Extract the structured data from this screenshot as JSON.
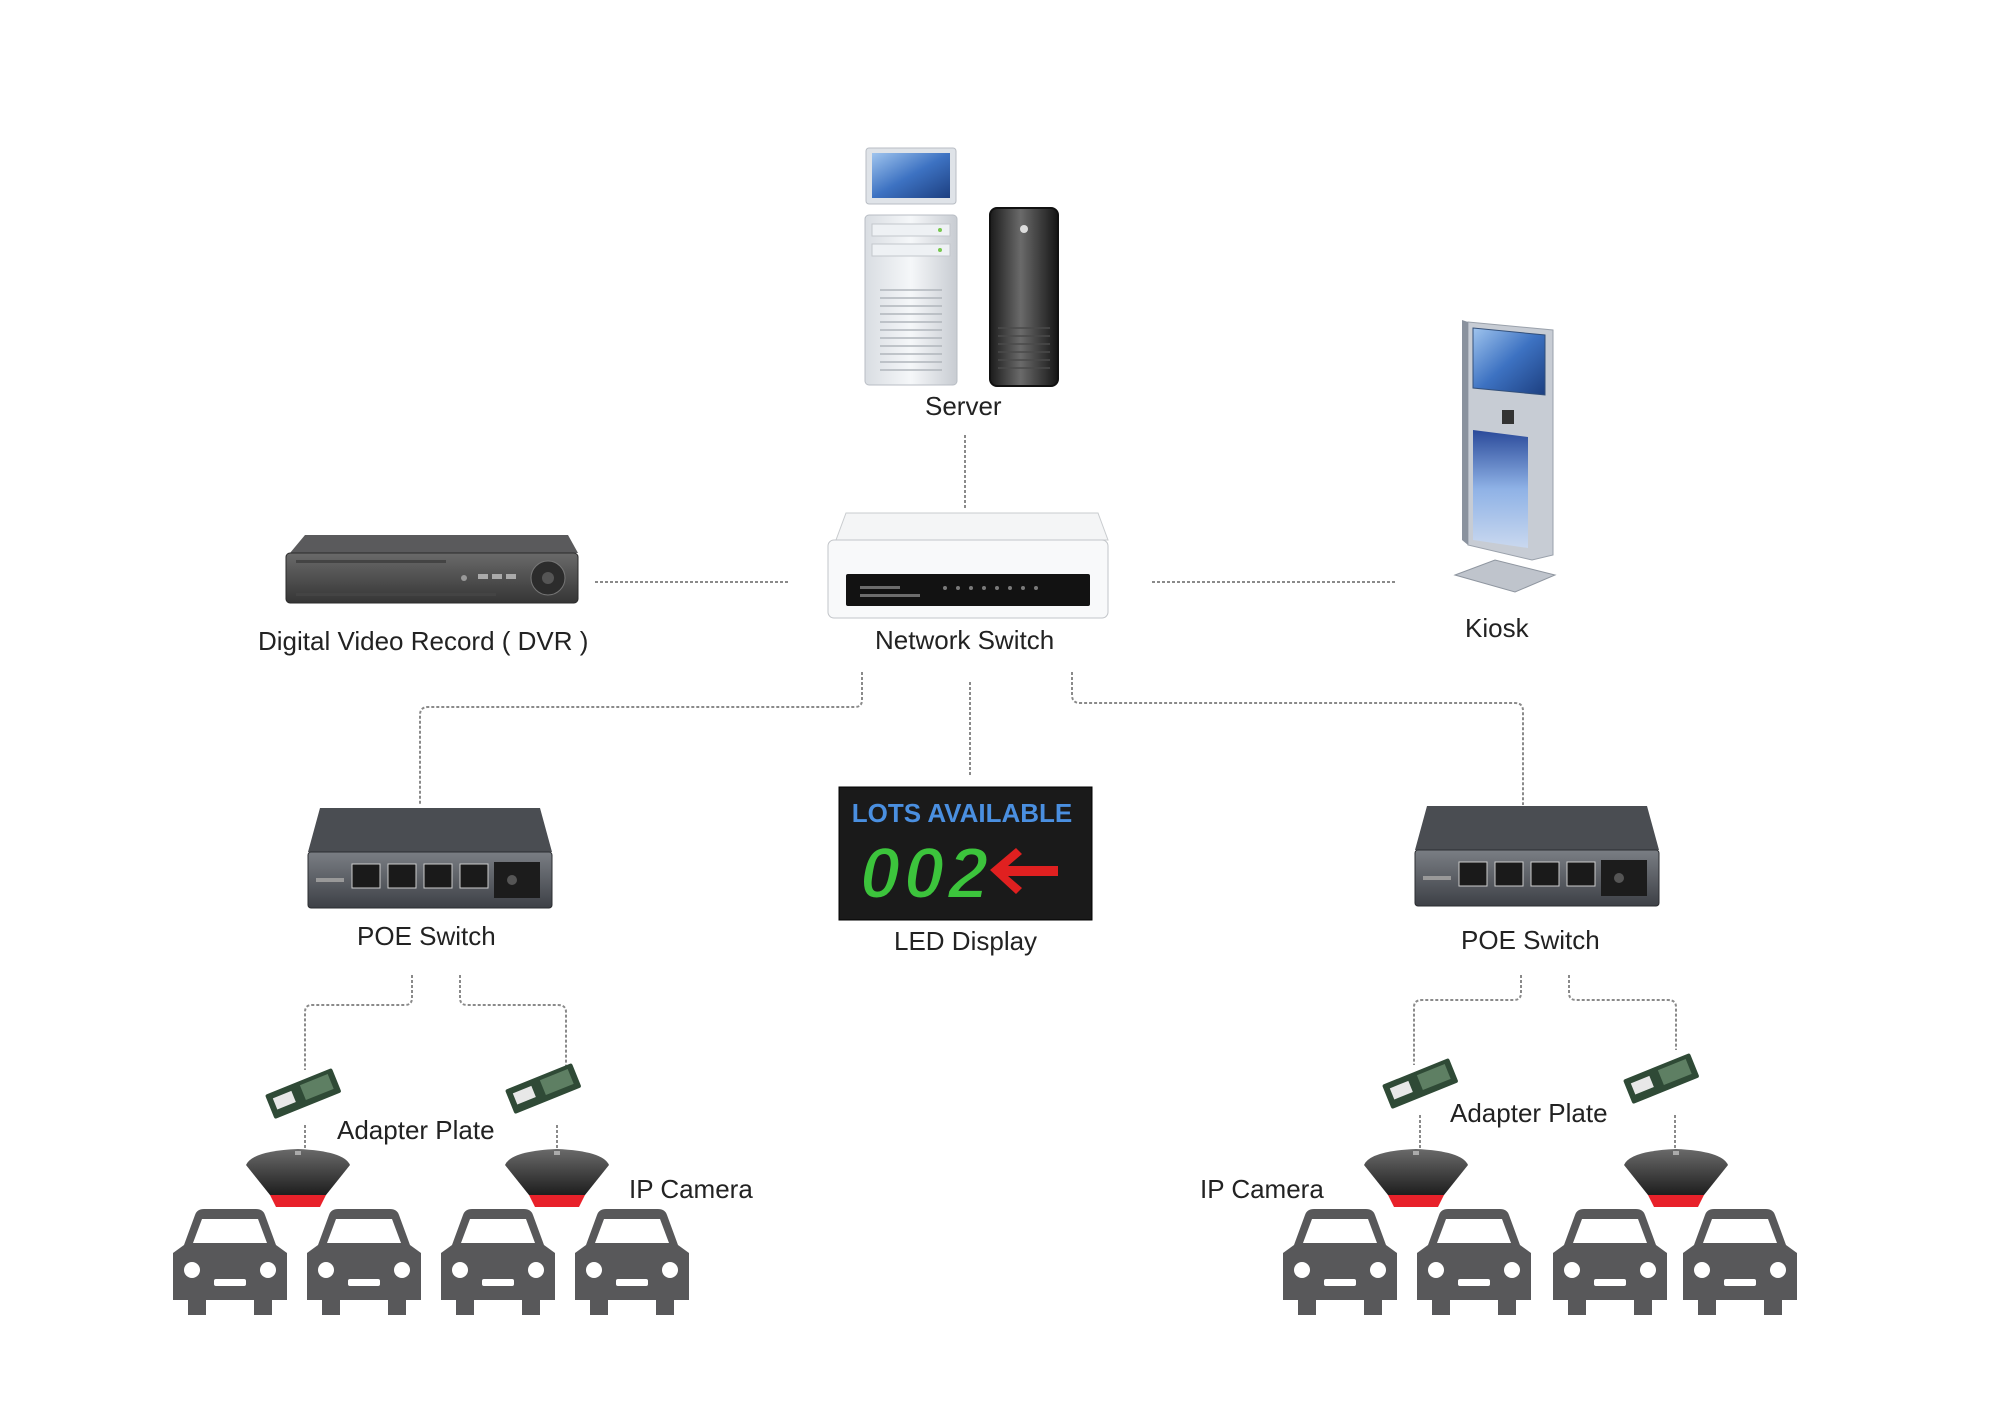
{
  "nodes": {
    "server": "Server",
    "network_switch": "Network Switch",
    "dvr": "Digital Video Record ( DVR )",
    "kiosk": "Kiosk",
    "poe_left": "POE Switch",
    "poe_right": "POE Switch",
    "led_display": "LED Display",
    "adapter_left": "Adapter Plate",
    "adapter_right": "Adapter Plate",
    "camera_left": "IP Camera",
    "camera_right": "IP Camera"
  },
  "led": {
    "heading": "LOTS AVAILABLE",
    "count": "002"
  },
  "colors": {
    "led_heading": "#4a8fe0",
    "led_digits": "#3cc43c",
    "led_arrow": "#e02020",
    "car": "#58585a",
    "camera_light": "#e8212a",
    "connector": "#8a8a8a"
  }
}
